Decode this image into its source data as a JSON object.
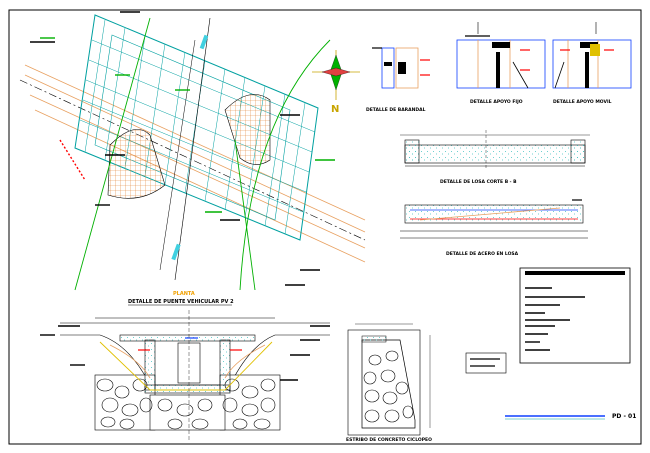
{
  "drawing": {
    "sheet_code": "PD - 01",
    "north_label": "N",
    "plan_label": "PLANTA",
    "plan_title": "DETALLE DE PUENTE VEHICULAR  PV 2",
    "detail_barandal": "DETALLE DE BARANDAL",
    "detail_apoyo_fijo": "DETALLE APOYO FIJO",
    "detail_apoyo_movil": "DETALLE APOYO MOVIL",
    "detail_losa_corte": "DETALLE DE LOSA CORTE  B - B",
    "detail_acero_losa": "DETALLE DE ACERO EN LOSA",
    "detail_estribo": "ESTRIBO DE CONCRETO CICLOPEO"
  },
  "colors": {
    "paper": "#ffffff",
    "line": "#000000",
    "road": "#e8a060",
    "grid": "#00a0a0",
    "green": "#00b000",
    "blue": "#1040ff",
    "red": "#ff0000",
    "orange_fill": "#f0a050",
    "yellow": "#e0c000",
    "cyan_fill": "#40d0e0"
  }
}
